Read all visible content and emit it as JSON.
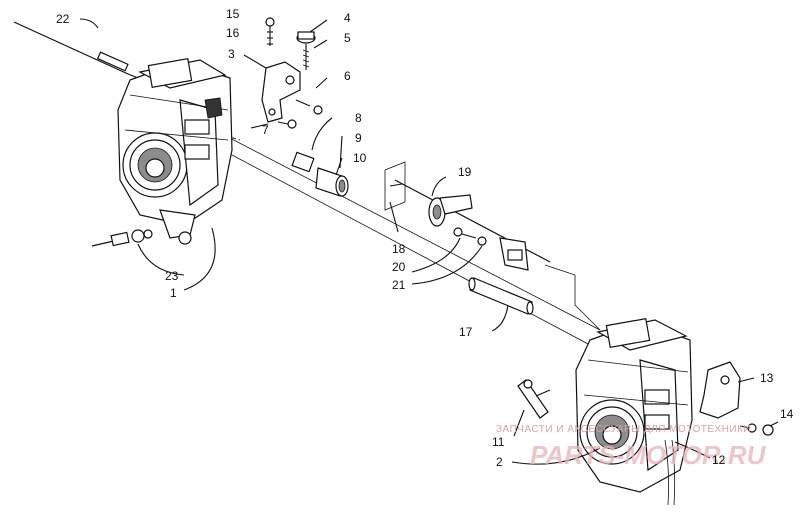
{
  "callouts": [
    {
      "id": "c1",
      "text": "1"
    },
    {
      "id": "c2",
      "text": "2"
    },
    {
      "id": "c3",
      "text": "3"
    },
    {
      "id": "c4",
      "text": "4"
    },
    {
      "id": "c5",
      "text": "5"
    },
    {
      "id": "c6",
      "text": "6"
    },
    {
      "id": "c7",
      "text": "7"
    },
    {
      "id": "c8",
      "text": "8"
    },
    {
      "id": "c9",
      "text": "9"
    },
    {
      "id": "c10",
      "text": "10"
    },
    {
      "id": "c11",
      "text": "11"
    },
    {
      "id": "c12",
      "text": "12"
    },
    {
      "id": "c13",
      "text": "13"
    },
    {
      "id": "c14",
      "text": "14"
    },
    {
      "id": "c15",
      "text": "15"
    },
    {
      "id": "c16",
      "text": "16"
    },
    {
      "id": "c17",
      "text": "17"
    },
    {
      "id": "c18",
      "text": "18"
    },
    {
      "id": "c19",
      "text": "19"
    },
    {
      "id": "c20",
      "text": "20"
    },
    {
      "id": "c21",
      "text": "21"
    },
    {
      "id": "c22",
      "text": "22"
    },
    {
      "id": "c23",
      "text": "23"
    }
  ],
  "watermark": {
    "line1": "ЗАПЧАСТИ И АКСЕССУАРЫ ДЛЯ МОТОТЕХНИКИ",
    "line2": "PARTS-MOTOR.RU"
  }
}
